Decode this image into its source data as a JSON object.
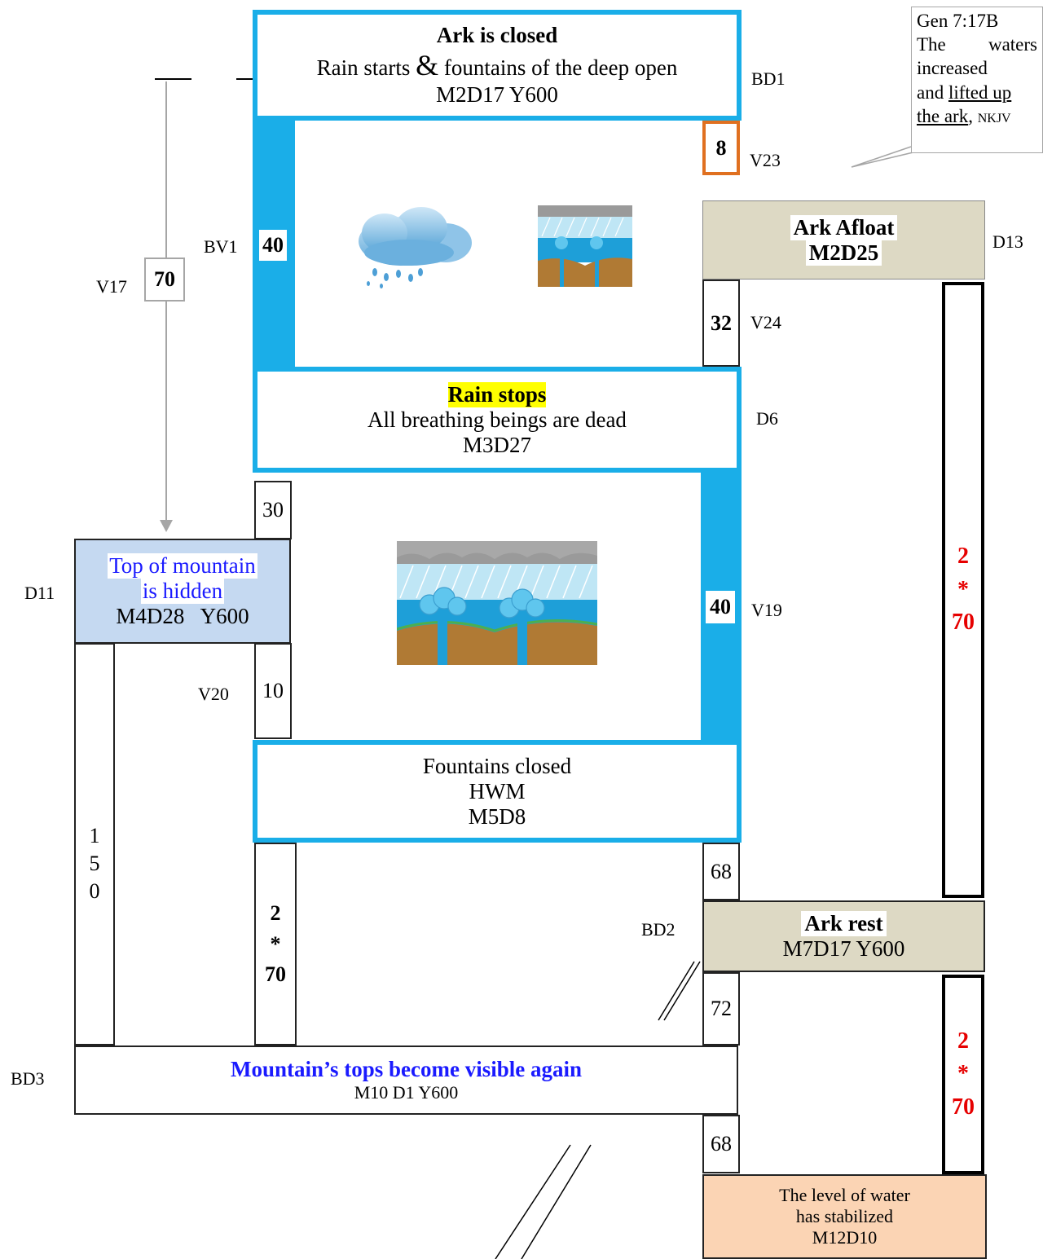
{
  "boxes": {
    "ark_closed": {
      "title": "Ark is closed",
      "line2": "Rain starts ",
      "amp": "&",
      "line2b": " fountains of the deep open",
      "line3": "M2D17 Y600"
    },
    "rain_stops": {
      "title": "Rain stops",
      "line2": "All breathing beings are dead",
      "line3": "M3D27"
    },
    "fountains_closed": {
      "line1": "Fountains closed",
      "line2": "HWM",
      "line3": "M5D8"
    },
    "ark_afloat": {
      "line1": "Ark Afloat",
      "line2": "M2D25"
    },
    "ark_rest": {
      "line1": "Ark rest",
      "line2": "M7D17 Y600"
    },
    "mountain_hidden": {
      "line1": "Top of mountain",
      "line2": "is hidden",
      "line3": "M4D28   Y600"
    },
    "mountain_visible": {
      "line1": "Mountain’s tops become visible again",
      "line2": "M10 D1 Y600"
    },
    "water_stabilized": {
      "line1": "The level of water",
      "line2": "has stabilized",
      "line3": "M12D10"
    }
  },
  "callout": {
    "l1": "Gen 7:17B",
    "l2a": "The",
    "l2b": "waters",
    "l3": "increased",
    "l4a": "and ",
    "l4b": "lifted up",
    "l5": "the ark",
    "l5b": ", ",
    "l5c": "NKJV"
  },
  "counts": {
    "bv1_40": "40",
    "v23_8": "8",
    "v24_32": "32",
    "v19_40": "40",
    "v17_70": "70",
    "n30": "30",
    "n10": "10",
    "n150": [
      "1",
      "5",
      "0"
    ],
    "two70_left": [
      "2",
      "*",
      "70"
    ],
    "two70_right_top": [
      "2",
      "*",
      "70"
    ],
    "two70_right_bottom": [
      "2",
      "*",
      "70"
    ],
    "n68a": "68",
    "n72": "72",
    "n68b": "68"
  },
  "labels": {
    "bd1": "BD1",
    "v23": "V23",
    "d13": "D13",
    "bv1": "BV1",
    "v17": "V17",
    "v24": "V24",
    "d6": "D6",
    "d11": "D11",
    "v19": "V19",
    "v20": "V20",
    "bd2": "BD2",
    "bd3": "BD3"
  },
  "colors": {
    "blue_border": "#1aaee8",
    "tan": "#ddd9c4",
    "light_blue": "#c5d9f1",
    "peach": "#fbd4b4",
    "orange": "#e07020",
    "red_text": "#e60000",
    "highlight": "#ffff00"
  },
  "icons": [
    "rain-cloud-icon",
    "flood-fountain-icon"
  ]
}
